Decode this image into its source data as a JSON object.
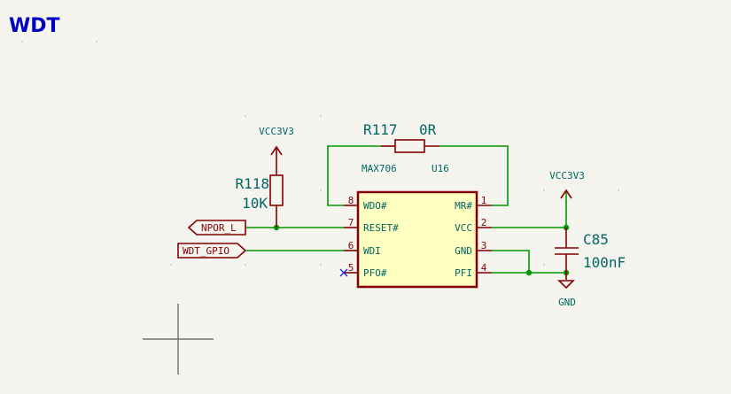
{
  "sheet": {
    "title": "WDT"
  },
  "ic": {
    "part": "MAX706",
    "ref": "U16",
    "left_pins": [
      {
        "num": "8",
        "name": "WDO#"
      },
      {
        "num": "7",
        "name": "RESET#"
      },
      {
        "num": "6",
        "name": "WDI"
      },
      {
        "num": "5",
        "name": "PFO#"
      }
    ],
    "right_pins": [
      {
        "num": "1",
        "name": "MR#"
      },
      {
        "num": "2",
        "name": "VCC"
      },
      {
        "num": "3",
        "name": "GND"
      },
      {
        "num": "4",
        "name": "PFI"
      }
    ]
  },
  "r117": {
    "ref": "R117",
    "value": "0R"
  },
  "r118": {
    "ref": "R118",
    "value": "10K"
  },
  "c85": {
    "ref": "C85",
    "value": "100nF"
  },
  "power": {
    "vcc_left": "VCC3V3",
    "vcc_right": "VCC3V3",
    "gnd": "GND"
  },
  "labels": {
    "npor": "NPOR_L",
    "wdt_gpio": "WDT_GPIO"
  },
  "colors": {
    "wire": "#009900",
    "component": "#840000",
    "text": "#006666",
    "ic_fill": "#ffffc2",
    "title": "#0000c0"
  }
}
